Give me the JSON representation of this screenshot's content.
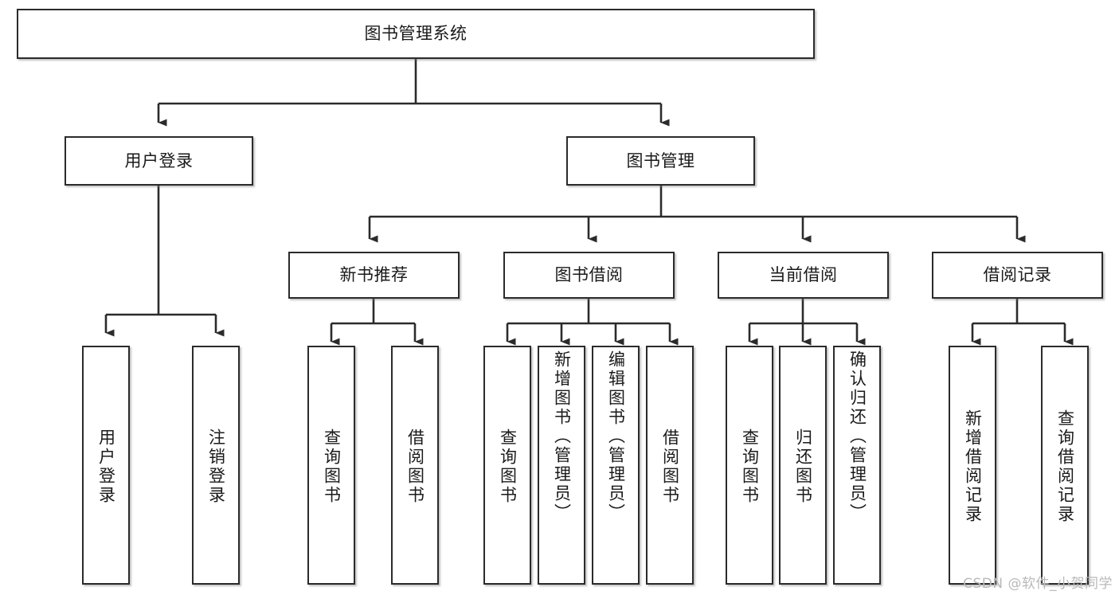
{
  "diagram": {
    "type": "tree-hierarchy",
    "title": "图书管理系统",
    "watermark": "CSDN @软件_小贺同学",
    "colors": {
      "stroke": "#2b2b2b",
      "fill": "#ffffff",
      "text": "#1a1a1a",
      "watermark": "#b9b9b9"
    },
    "levels": {
      "root": {
        "label": "图书管理系统"
      },
      "level2": [
        {
          "label": "用户登录"
        },
        {
          "label": "图书管理"
        }
      ],
      "level3": [
        {
          "label": "新书推荐"
        },
        {
          "label": "图书借阅"
        },
        {
          "label": "当前借阅"
        },
        {
          "label": "借阅记录"
        }
      ],
      "leaves": {
        "user_login": [
          {
            "label": "用户登录"
          },
          {
            "label": "注销登录"
          }
        ],
        "new_book": [
          {
            "label": "查询图书"
          },
          {
            "label": "借阅图书"
          }
        ],
        "book_borrow": [
          {
            "label": "查询图书"
          },
          {
            "label": "新增图书（管理员）"
          },
          {
            "label": "编辑图书（管理员）"
          },
          {
            "label": "借阅图书"
          }
        ],
        "current_borrow": [
          {
            "label": "查询图书"
          },
          {
            "label": "归还图书"
          },
          {
            "label": "确认归还（管理员）"
          }
        ],
        "borrow_record": [
          {
            "label": "新增借阅记录"
          },
          {
            "label": "查询借阅记录"
          }
        ]
      }
    }
  }
}
